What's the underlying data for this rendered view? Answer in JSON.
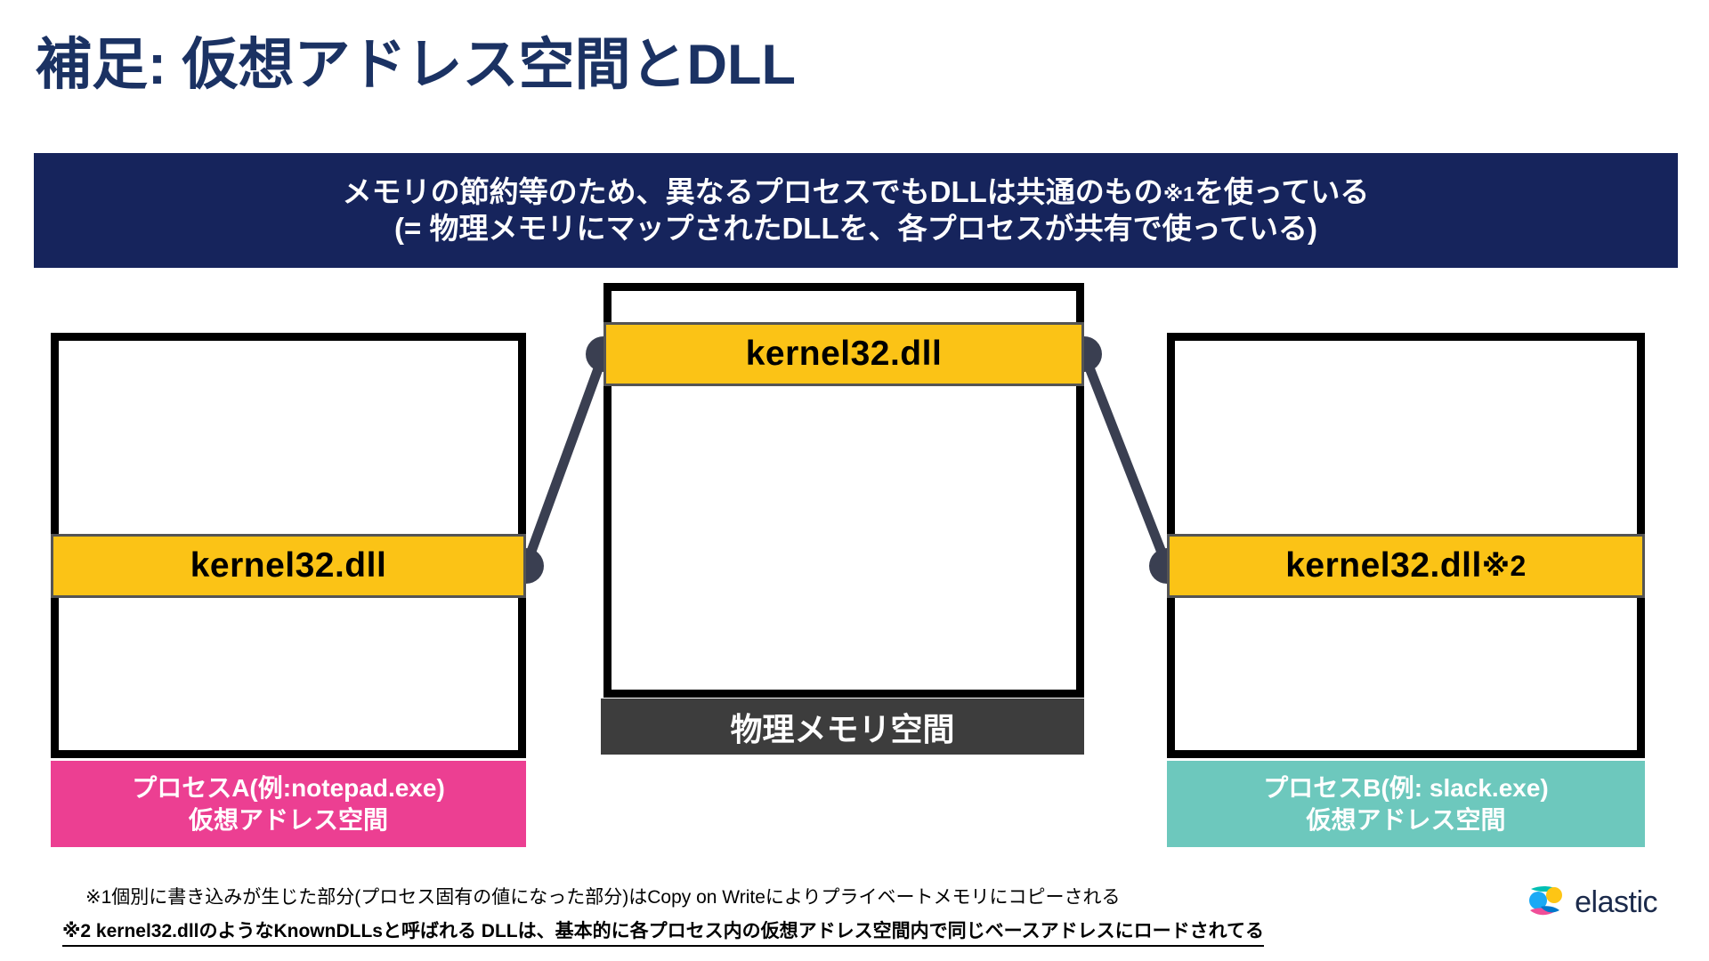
{
  "slide": {
    "title": "補足: 仮想アドレス空間とDLL",
    "banner": {
      "line1_before": "メモリの節約等のため、異なるプロセスでもDLLは共通のもの",
      "line1_mark": "※1",
      "line1_after": "を使っている",
      "line2": "(= 物理メモリにマップされたDLLを、各プロセスが共有で使っている)"
    },
    "diagram": {
      "left_box": {
        "dll_label": "kernel32.dll",
        "caption_line1": "プロセスA(例:notepad.exe)",
        "caption_line2": "仮想アドレス空間",
        "caption_color": "#ec3f92"
      },
      "center_box": {
        "dll_label": "kernel32.dll",
        "caption": "物理メモリ空間",
        "caption_color": "#3d3d3d"
      },
      "right_box": {
        "dll_label": "kernel32.dll",
        "dll_label_mark": "※2",
        "caption_line1": "プロセスB(例: slack.exe)",
        "caption_line2": "仮想アドレス空間",
        "caption_color": "#6dc8bd"
      },
      "dll_bar_color": "#fbc316",
      "box_border_color": "#000000",
      "connector_color": "#3a3f51"
    },
    "footnotes": {
      "note1": "※1個別に書き込みが生じた部分(プロセス固有の値になった部分)はCopy on Writeによりプライベートメモリにコピーされる",
      "note2": "※2 kernel32.dllのようなKnownDLLsと呼ばれる DLLは、基本的に各プロセス内の仮想アドレス空間内で同じベースアドレスにロードされてる"
    },
    "logo": {
      "text": "elastic",
      "text_color": "#1b2a4b"
    },
    "theme": {
      "title_color": "#1b3263",
      "banner_bg": "#16245c",
      "banner_text": "#ffffff",
      "page_bg": "#ffffff"
    }
  }
}
